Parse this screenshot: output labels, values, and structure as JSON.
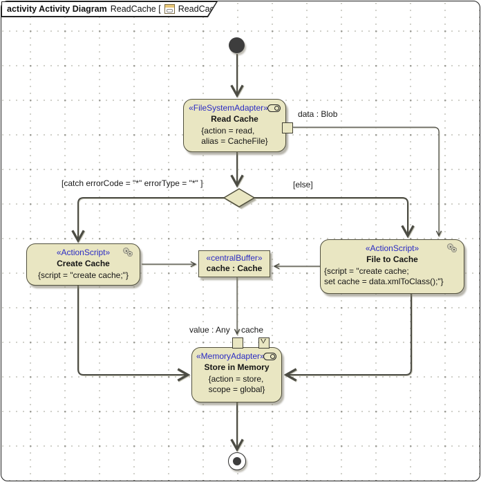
{
  "header": {
    "title_bold": "activity Activity Diagram",
    "title_name": "ReadCache [",
    "title_frame": "ReadCache ]",
    "icon": "activity-diagram-icon"
  },
  "colors": {
    "node_fill": "#e9e6c2",
    "node_border": "#4f4e3c",
    "stereotype_text": "#2a2ac4",
    "edge": "#4c4c44",
    "frame_border": "#1e1e1e"
  },
  "nodes": {
    "read_cache": {
      "stereotype": "«FileSystemAdapter»",
      "name": "Read Cache",
      "constraints": [
        "{action = read,",
        "alias = CacheFile}"
      ],
      "icon": "adapter-icon"
    },
    "create_cache": {
      "stereotype": "«ActionScript»",
      "name": "Create Cache",
      "constraints": [
        "{script = \"create cache;\"}"
      ],
      "icon": "gears-icon"
    },
    "central_buffer": {
      "stereotype": "«centralBuffer»",
      "name": "cache : Cache"
    },
    "file_to_cache": {
      "stereotype": "«ActionScript»",
      "name": "File to Cache",
      "constraints": [
        "{script = \"create cache;",
        "set cache = data.xmlToClass();\"}"
      ],
      "icon": "gears-icon"
    },
    "store_in_memory": {
      "stereotype": "«MemoryAdapter»",
      "name": "Store in Memory",
      "constraints": [
        "{action = store,",
        "scope = global}"
      ],
      "icon": "adapter-icon"
    }
  },
  "pins": {
    "data_pin_label": "data : Blob",
    "value_pin_label": "value : Any",
    "cache_pin_label": "cache"
  },
  "edge_labels": {
    "catch": "[catch errorCode = \"*\" errorType = \"*\" ]",
    "else": "[else]"
  }
}
